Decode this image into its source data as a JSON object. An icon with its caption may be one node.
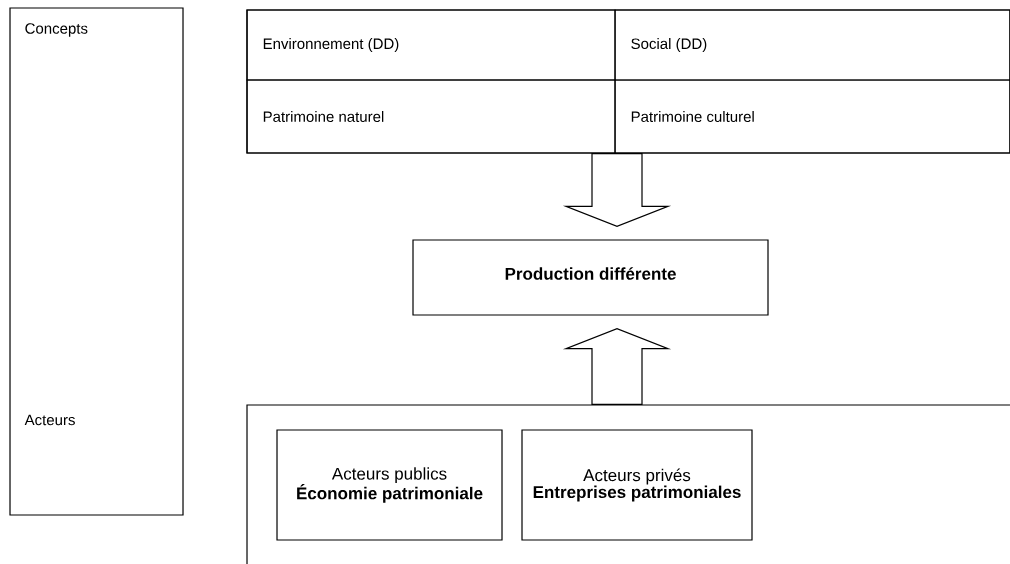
{
  "diagram": {
    "nodes": [
      {
        "text": [
          "Concepts",
          "Acteurs"
        ]
      },
      {
        "text": [],
        "shape": "box"
      },
      {
        "text": [
          "Environnement (DD)"
        ],
        "in": 1
      },
      {
        "text": [
          "Social (DD)"
        ],
        "in": 1
      },
      {
        "text": [
          "Patrimoine naturel"
        ],
        "in": 1
      },
      {
        "text": [
          "Patrimoine culturel"
        ],
        "in": 1
      },
      {
        "text": [
          "Production différente"
        ]
      },
      {
        "text": [],
        "shape": "box"
      },
      {
        "text": [
          "Acteurs publics",
          "Économie patrimoniale"
        ],
        "in": 7
      },
      {
        "text": [
          "Acteurs privés",
          "Entreprises patrimoniales"
        ],
        "in": 7
      }
    ],
    "edges": [
      {
        "from": 1,
        "to": 6,
        "arrow": "to"
      },
      {
        "from": 7,
        "to": 6,
        "arrow": "to"
      }
    ]
  }
}
